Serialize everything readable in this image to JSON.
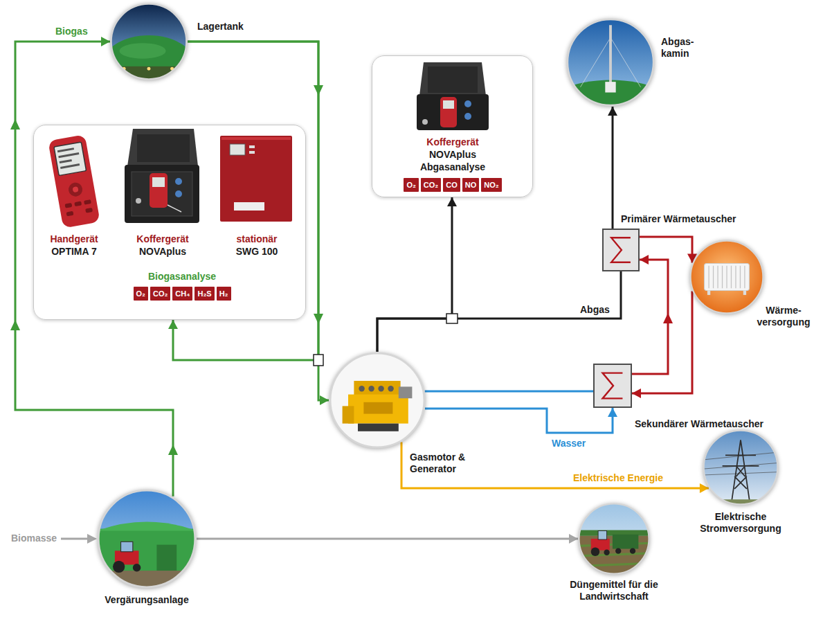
{
  "diagram": {
    "nodes": [
      {
        "text": [
          "Lagertank"
        ]
      },
      {
        "text": [
          "Handgerät",
          "OPTIMA 7",
          "Koffergerät",
          "NOVAplus",
          "stationär",
          "SWG 100",
          "Biogasanalyse"
        ]
      },
      {
        "text": [
          "O₂"
        ],
        "in": 1
      },
      {
        "text": [
          "CO₂"
        ],
        "in": 1
      },
      {
        "text": [
          "CH₄"
        ],
        "in": 1
      },
      {
        "text": [
          "H₂S"
        ],
        "in": 1
      },
      {
        "text": [
          "H₂"
        ],
        "in": 1
      },
      {
        "text": [
          "Koffergerät",
          "NOVAplus",
          "Abgasanalyse"
        ]
      },
      {
        "text": [
          "O₂"
        ],
        "in": 7
      },
      {
        "text": [
          "CO₂"
        ],
        "in": 7
      },
      {
        "text": [
          "CO"
        ],
        "in": 7
      },
      {
        "text": [
          "NO"
        ],
        "in": 7
      },
      {
        "text": [
          "NO₂"
        ],
        "in": 7
      },
      {
        "text": [
          "Abgas- kamin"
        ]
      },
      {
        "text": [
          "Primärer Wärmetauscher"
        ]
      },
      {
        "text": [
          "Wärme- versorgung"
        ]
      },
      {
        "text": [
          "Gasmotor & Generator"
        ]
      },
      {
        "text": [
          "Sekundärer Wärmetauscher"
        ]
      },
      {
        "text": [
          "Elektrische Stromversorgung"
        ]
      },
      {
        "text": [
          "Vergärungsanlage"
        ]
      },
      {
        "text": [
          "Düngemittel für die Landwirtschaft"
        ]
      }
    ],
    "edges": [
      {
        "from": 19,
        "to": 0,
        "label": "Biogas",
        "arrow": "to"
      },
      {
        "from": 0,
        "to": 1,
        "arrow": "to"
      },
      {
        "from": 0,
        "to": 16,
        "arrow": "to"
      },
      {
        "from": 16,
        "to": 7,
        "arrow": "to"
      },
      {
        "from": 16,
        "to": 14,
        "label": "Abgas",
        "arrow": "none"
      },
      {
        "from": 14,
        "to": 13,
        "arrow": "to"
      },
      {
        "from": 14,
        "to": 15,
        "arrow": "to"
      },
      {
        "from": 15,
        "to": 17,
        "arrow": "to"
      },
      {
        "from": 17,
        "to": 14,
        "arrow": "to"
      },
      {
        "from": 16,
        "to": 17,
        "arrow": "none"
      },
      {
        "from": 16,
        "to": 17,
        "label": "Wasser",
        "arrow": "to"
      },
      {
        "from": 16,
        "to": 18,
        "label": "Elektrische Energie",
        "arrow": "to"
      },
      {
        "from": 19,
        "to": 20,
        "arrow": "to"
      }
    ],
    "labels": [
      "Biomasse"
    ]
  }
}
